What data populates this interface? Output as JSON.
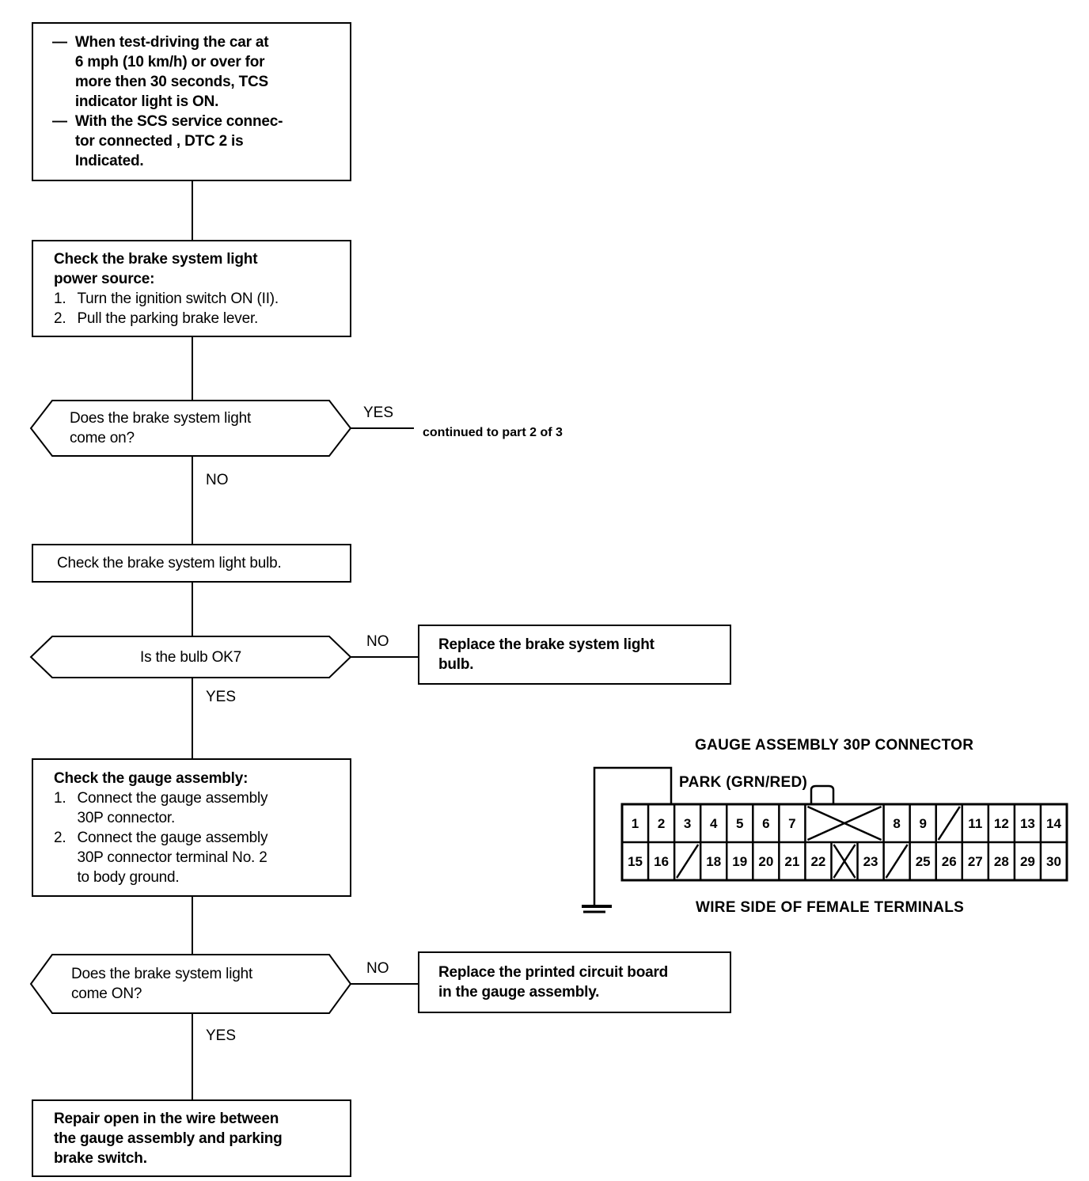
{
  "document": {
    "type": "troubleshooting-flowchart",
    "title": "Brake system light / TCS indicator troubleshooting - part 1 of 3"
  },
  "flow": {
    "symptom_box": {
      "bullets": [
        {
          "marker": "—",
          "lines": [
            "When test-driving the car at",
            "6 mph (10 km/h) or over for",
            "more then 30 seconds, TCS",
            "indicator light is ON."
          ]
        },
        {
          "marker": "—",
          "lines": [
            "With the SCS service connec-",
            "tor connected , DTC 2 is",
            "Indicated."
          ]
        }
      ]
    },
    "check_power_box": {
      "heading": [
        "Check the brake system light",
        "power source:"
      ],
      "steps": [
        {
          "marker": "1.",
          "lines": [
            "Turn the ignition switch ON (II)."
          ]
        },
        {
          "marker": "2.",
          "lines": [
            "Pull the parking brake lever."
          ]
        }
      ]
    },
    "decision_light_on": {
      "lines": [
        "Does the brake system light",
        "come on?"
      ],
      "yes_label": "YES",
      "no_label": "NO",
      "yes_note": "continued to part 2 of 3"
    },
    "check_bulb_box": {
      "lines": [
        "Check the brake system light bulb."
      ]
    },
    "decision_bulb_ok": {
      "lines": [
        "Is the bulb OK7"
      ],
      "no_label": "NO",
      "yes_label": "YES"
    },
    "replace_bulb_box": {
      "lines": [
        "Replace the brake system light",
        "bulb."
      ]
    },
    "check_gauge_box": {
      "heading": [
        "Check the gauge assembly:"
      ],
      "steps": [
        {
          "marker": "1.",
          "lines": [
            "Connect the gauge assembly",
            "30P connector."
          ]
        },
        {
          "marker": "2.",
          "lines": [
            "Connect the gauge assembly",
            "30P connector terminal No. 2",
            "to body ground."
          ]
        }
      ]
    },
    "decision_light_on_2": {
      "lines": [
        "Does the brake system light",
        "come ON?"
      ],
      "no_label": "NO",
      "yes_label": "YES"
    },
    "replace_pcb_box": {
      "lines": [
        "Replace the printed circuit board",
        "in the gauge assembly."
      ]
    },
    "repair_open_box": {
      "lines": [
        "Repair open in the wire between",
        "the gauge assembly and parking",
        "brake switch."
      ]
    }
  },
  "connector_diagram": {
    "title": "GAUGE ASSEMBLY 30P CONNECTOR",
    "wire_label": "PARK (GRN/RED)",
    "footer": "WIRE SIDE OF FEMALE TERMINALS",
    "ground_symbol": "earth-ground",
    "latch": "connector-latch-tab",
    "probe_terminal": "2",
    "top_row": [
      {
        "kind": "pin",
        "label": "1",
        "w": 1
      },
      {
        "kind": "pin",
        "label": "2",
        "w": 1
      },
      {
        "kind": "pin",
        "label": "3",
        "w": 1
      },
      {
        "kind": "pin",
        "label": "4",
        "w": 1
      },
      {
        "kind": "pin",
        "label": "5",
        "w": 1
      },
      {
        "kind": "pin",
        "label": "6",
        "w": 1
      },
      {
        "kind": "pin",
        "label": "7",
        "w": 1
      },
      {
        "kind": "cross",
        "label": "",
        "w": 3
      },
      {
        "kind": "pin",
        "label": "8",
        "w": 1
      },
      {
        "kind": "pin",
        "label": "9",
        "w": 1
      },
      {
        "kind": "slash",
        "label": "",
        "w": 1
      },
      {
        "kind": "pin",
        "label": "11",
        "w": 1
      },
      {
        "kind": "pin",
        "label": "12",
        "w": 1
      },
      {
        "kind": "pin",
        "label": "13",
        "w": 1
      },
      {
        "kind": "pin",
        "label": "14",
        "w": 1
      }
    ],
    "bottom_row": [
      {
        "kind": "pin",
        "label": "15",
        "w": 1
      },
      {
        "kind": "pin",
        "label": "16",
        "w": 1
      },
      {
        "kind": "slash",
        "label": "",
        "w": 1
      },
      {
        "kind": "pin",
        "label": "18",
        "w": 1
      },
      {
        "kind": "pin",
        "label": "19",
        "w": 1
      },
      {
        "kind": "pin",
        "label": "20",
        "w": 1
      },
      {
        "kind": "pin",
        "label": "21",
        "w": 1
      },
      {
        "kind": "pin",
        "label": "22",
        "w": 1
      },
      {
        "kind": "cross",
        "label": "",
        "w": 1
      },
      {
        "kind": "pin",
        "label": "23",
        "w": 1
      },
      {
        "kind": "slash",
        "label": "",
        "w": 1
      },
      {
        "kind": "pin",
        "label": "25",
        "w": 1
      },
      {
        "kind": "pin",
        "label": "26",
        "w": 1
      },
      {
        "kind": "pin",
        "label": "27",
        "w": 1
      },
      {
        "kind": "pin",
        "label": "28",
        "w": 1
      },
      {
        "kind": "pin",
        "label": "29",
        "w": 1
      },
      {
        "kind": "pin",
        "label": "30",
        "w": 1
      }
    ]
  },
  "colors": {
    "ink": "#000000",
    "paper": "#ffffff"
  }
}
